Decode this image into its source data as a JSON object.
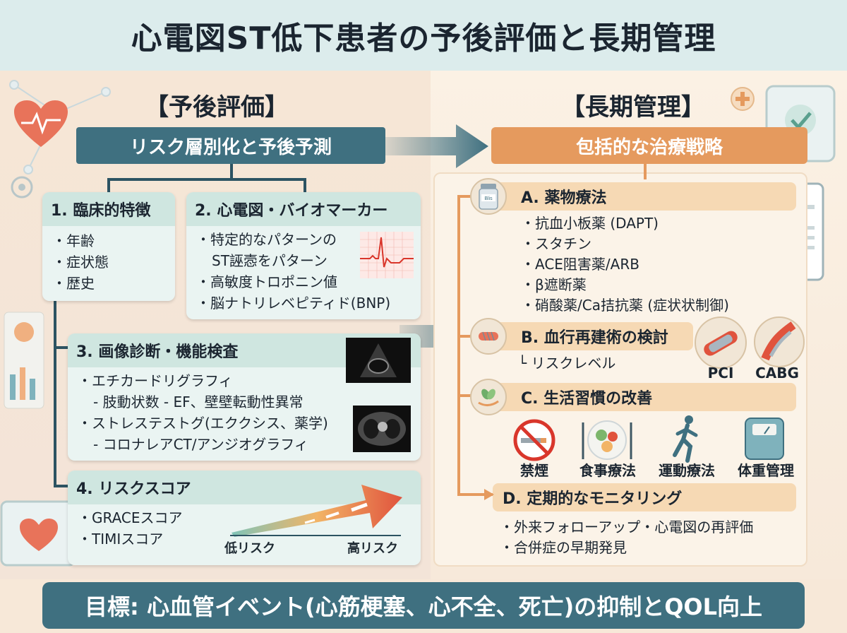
{
  "title": "心電図ST低下患者の予後評価と長期管理",
  "left": {
    "heading": "【予後評価】",
    "banner": "リスク層別化と予後予測",
    "card1": {
      "title": "1. 臨床的特徴",
      "items": [
        "・年齢",
        "・症状態",
        "・歴史"
      ]
    },
    "card2": {
      "title": "2. 心電図・バイオマーカー",
      "items": [
        "・特定的なパターンの",
        "ST誣悫をパターン",
        "・高敏度トロポニン値",
        "・脳ナトリレベピティド(BNP)"
      ]
    },
    "card3": {
      "title": "3. 画像診断・機能検査",
      "items": [
        "・エチカードリグラフィ",
        "- 肢動状数 - EF、壁壁転動性異常",
        "・ストレステストグ(エククシス、薬学)",
        "- コロナレアCT/アンジオグラフィ"
      ]
    },
    "card4": {
      "title": "4. リスクスコア",
      "items": [
        "・GRACEスコア",
        "・TIMIスコア"
      ],
      "low": "低リスク",
      "high": "高リスク"
    }
  },
  "right": {
    "heading": "【長期管理】",
    "banner": "包括的な治療戦略",
    "a": {
      "title": "A. 薬物療法",
      "pill_label": "Blis",
      "items": [
        "・抗血小板薬 (DAPT)",
        "・スタチン",
        "・ACE阻害薬/ARB",
        "・β遮断薬",
        "・硝酸薬/Ca拮抗薬 (症状状制御)"
      ]
    },
    "b": {
      "title": "B. 血行再建術の検討",
      "sub": "└ リスクレベル",
      "pci": "PCI",
      "cabg": "CABG"
    },
    "c": {
      "title": "C. 生活習慣の改善",
      "labels": [
        "禁煙",
        "食事療法",
        "運動療法",
        "体重管理"
      ]
    },
    "d": {
      "title": "D. 定期的なモニタリング",
      "items": [
        "・外来フォローアップ・心電図の再評価",
        "・合併症の早期発見"
      ]
    }
  },
  "footer": "目標: 心血管イベント(心筋梗塞、心不全、死亡)の抑制とQOL向上",
  "colors": {
    "teal": "#3f7080",
    "orange": "#e59a5e",
    "title_bg": "#dcecec"
  }
}
